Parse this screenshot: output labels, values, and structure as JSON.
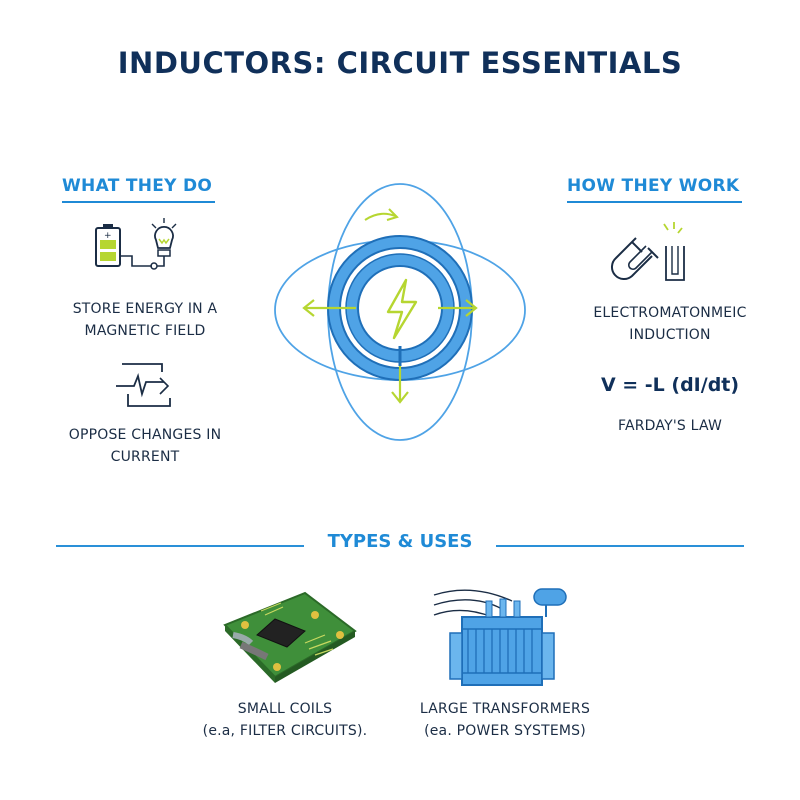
{
  "title": "INDUCTORS: CIRCUIT ESSENTIALS",
  "left": {
    "heading": "WHAT THEY DO",
    "item1": {
      "icon": "battery-bulb-icon",
      "line1": "STORE ENERGY IN A",
      "line2": "MAGNETIC FIELD"
    },
    "item2": {
      "icon": "current-change-icon",
      "line1": "OPPOSE CHANGES IN",
      "line2": "CURRENT"
    }
  },
  "right": {
    "heading": "HOW THEY WORK",
    "icon": "magnet-icon",
    "line1": "ELECTROMATONMEIC",
    "line2": "INDUCTION",
    "formula": "V = -L (dI/dt)",
    "law": "FARDAY'S LAW"
  },
  "types": {
    "heading": "TYPES & USES",
    "small": {
      "icon": "circuit-board-icon",
      "line1": "SMALL COILS",
      "line2": "(e.a, FILTER CIRCUITS)."
    },
    "large": {
      "icon": "transformer-icon",
      "line1": "LARGE TRANSFORMERS",
      "line2": "(ea. POWER SYSTEMS)"
    }
  },
  "colors": {
    "primary": "#1f8ad6",
    "dark": "#10305a",
    "accent": "#b6d631",
    "coil": "#4fa3e6"
  }
}
